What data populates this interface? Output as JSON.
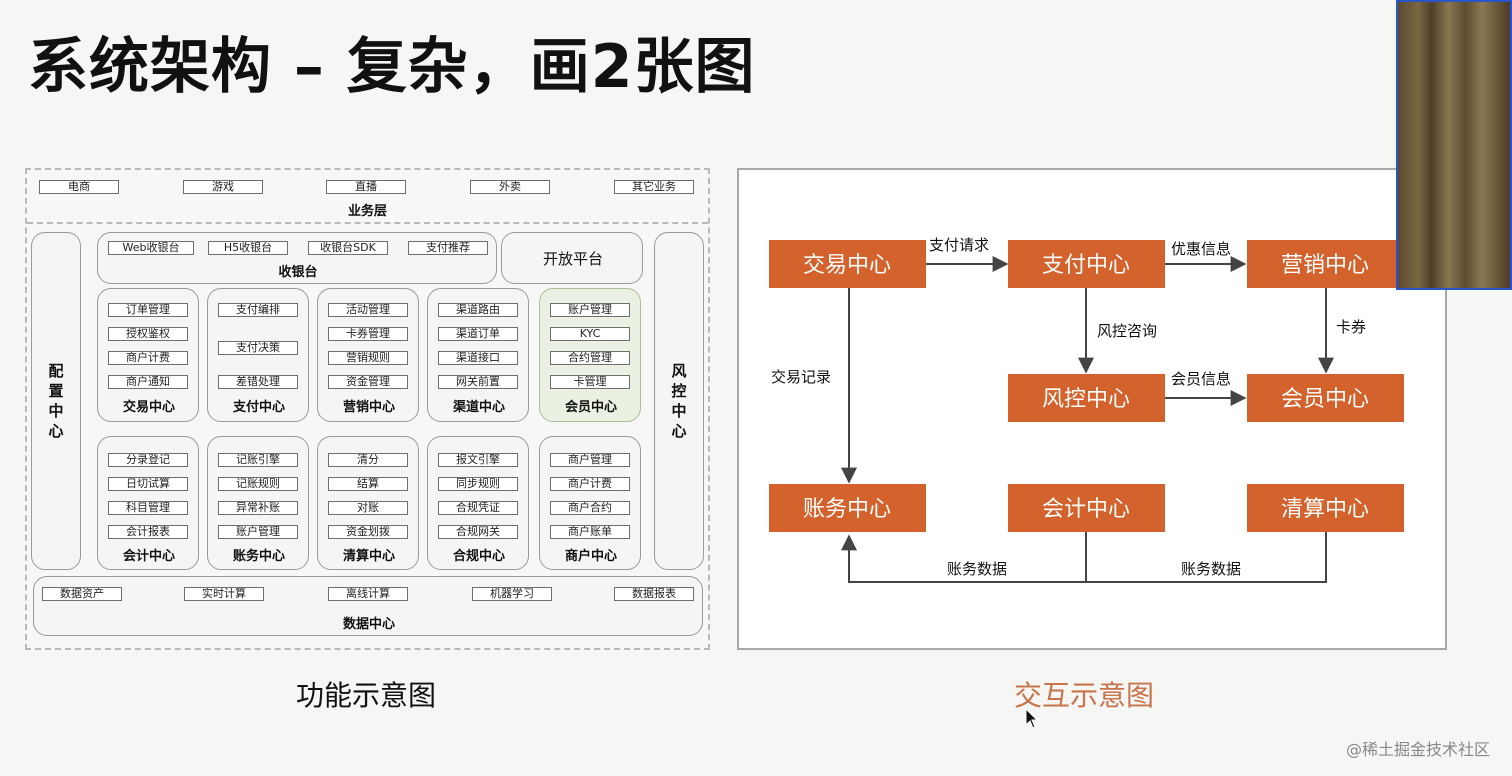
{
  "title": "系统架构 – 复杂，画2张图",
  "functional": {
    "business_layer": {
      "label": "业务层",
      "items": [
        "电商",
        "游戏",
        "直播",
        "外卖",
        "其它业务"
      ]
    },
    "config_center": "配置中心",
    "risk_center": "风控中心",
    "cashier": {
      "label": "收银台",
      "items": [
        "Web收银台",
        "H5收银台",
        "收银台SDK",
        "支付推荐"
      ]
    },
    "open_platform": "开放平台",
    "row1": [
      {
        "label": "交易中心",
        "items": [
          "订单管理",
          "授权鉴权",
          "商户计费",
          "商户通知"
        ]
      },
      {
        "label": "支付中心",
        "items": [
          "支付编排",
          "支付决策",
          "差错处理"
        ]
      },
      {
        "label": "营销中心",
        "items": [
          "活动管理",
          "卡券管理",
          "营销规则",
          "资金管理"
        ]
      },
      {
        "label": "渠道中心",
        "items": [
          "渠道路由",
          "渠道订单",
          "渠道接口",
          "网关前置"
        ]
      },
      {
        "label": "会员中心",
        "items": [
          "账户管理",
          "KYC",
          "合约管理",
          "卡管理"
        ]
      }
    ],
    "row2": [
      {
        "label": "会计中心",
        "items": [
          "分录登记",
          "日切试算",
          "科目管理",
          "会计报表"
        ]
      },
      {
        "label": "账务中心",
        "items": [
          "记账引擎",
          "记账规则",
          "异常补账",
          "账户管理"
        ]
      },
      {
        "label": "清算中心",
        "items": [
          "清分",
          "结算",
          "对账",
          "资金划拨"
        ]
      },
      {
        "label": "合规中心",
        "items": [
          "报文引擎",
          "同步规则",
          "合规凭证",
          "合规网关"
        ]
      },
      {
        "label": "商户中心",
        "items": [
          "商户管理",
          "商户计费",
          "商户合约",
          "商户账单"
        ]
      }
    ],
    "data_center": {
      "label": "数据中心",
      "items": [
        "数据资产",
        "实时计算",
        "离线计算",
        "机器学习",
        "数据报表"
      ]
    },
    "caption": "功能示意图"
  },
  "interaction": {
    "nodes": {
      "trade": "交易中心",
      "payment": "支付中心",
      "marketing": "营销中心",
      "risk": "风控中心",
      "member": "会员中心",
      "account": "账务中心",
      "accounting": "会计中心",
      "clearing": "清算中心"
    },
    "edges": {
      "pay_request": "支付请求",
      "discount_info": "优惠信息",
      "risk_consult": "风控咨询",
      "coupon": "卡券",
      "member_info": "会员信息",
      "trade_record": "交易记录",
      "ledger_data_1": "账务数据",
      "ledger_data_2": "账务数据"
    },
    "caption": "交互示意图",
    "accent": "#d3622c"
  },
  "watermark": "@稀土掘金技术社区"
}
